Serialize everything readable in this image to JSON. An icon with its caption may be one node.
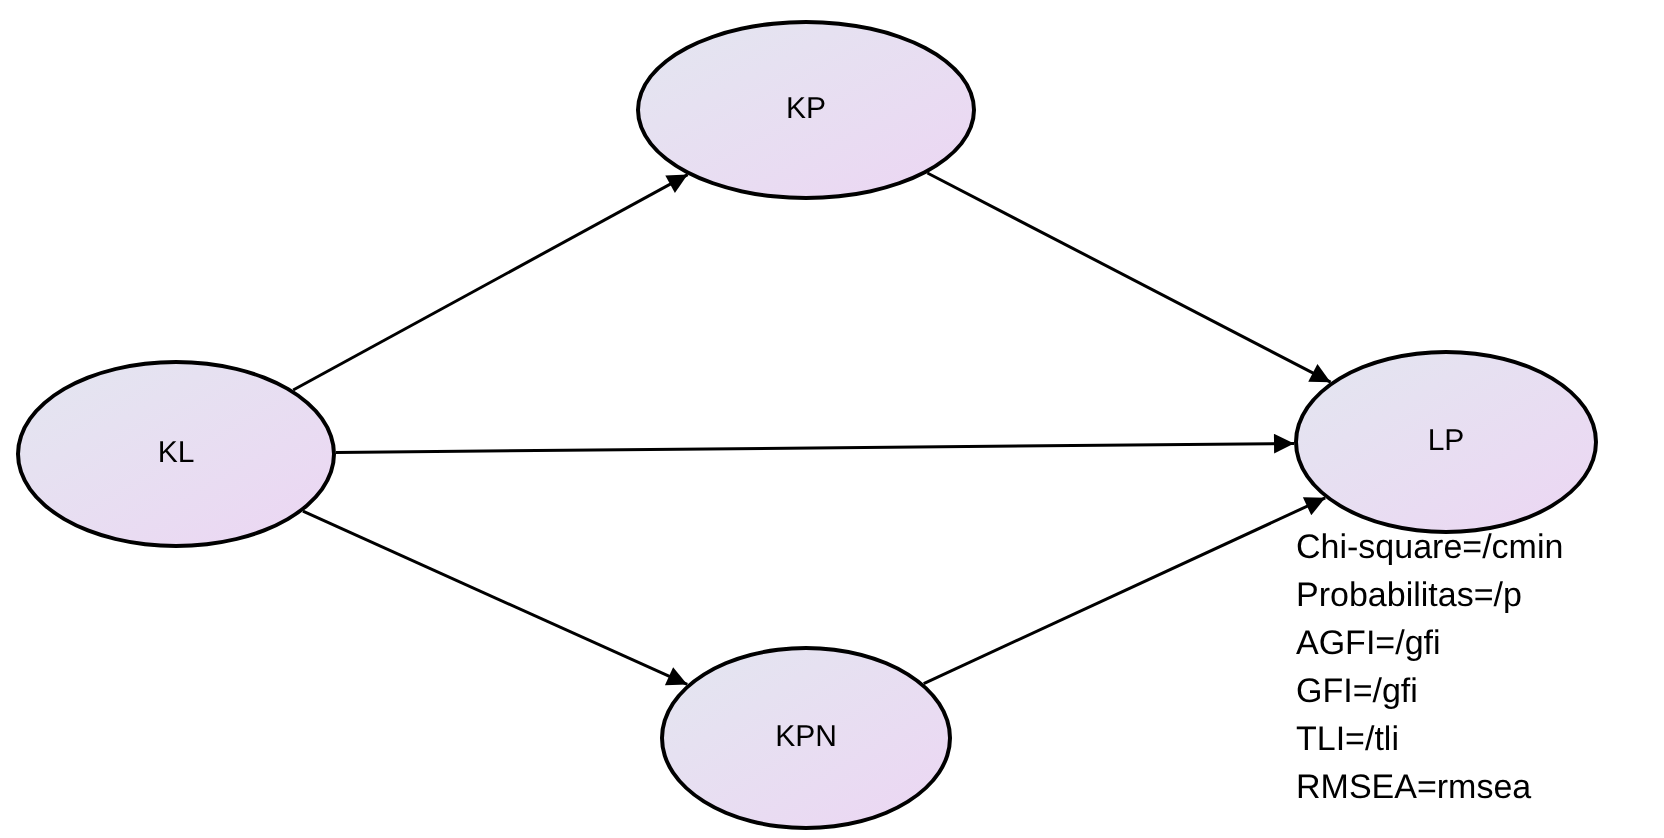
{
  "diagram": {
    "nodes": [
      {
        "text": [
          "KL"
        ]
      },
      {
        "text": [
          "KP"
        ]
      },
      {
        "text": [
          "KPN"
        ]
      },
      {
        "text": [
          "LP"
        ]
      }
    ],
    "edges": [
      {
        "from": 0,
        "to": 1,
        "arrow": "to"
      },
      {
        "from": 1,
        "to": 3,
        "arrow": "to"
      },
      {
        "from": 0,
        "to": 3,
        "arrow": "to"
      },
      {
        "from": 0,
        "to": 2,
        "arrow": "to"
      },
      {
        "from": 2,
        "to": 3,
        "arrow": "to"
      }
    ],
    "labels": [
      "Chi-square=/cmin",
      "Probabilitas=/p",
      "AGFI=/gfi",
      "GFI=/gfi",
      "TLI=/tli",
      "RMSEA=rmsea"
    ]
  }
}
